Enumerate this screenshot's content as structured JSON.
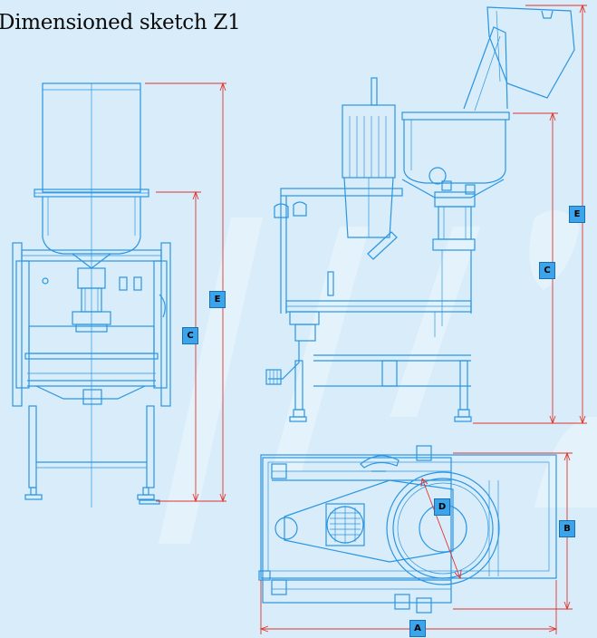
{
  "title": "Dimensioned sketch Z1",
  "dimension_labels": {
    "a": "A",
    "b": "B",
    "c": "C",
    "d": "D",
    "e": "E"
  },
  "colors": {
    "background": "#d8ecfa",
    "drawing_lines": "#2a96e2",
    "dimension_lines": "#e1352c",
    "label_fill": "#3ba4ea"
  }
}
